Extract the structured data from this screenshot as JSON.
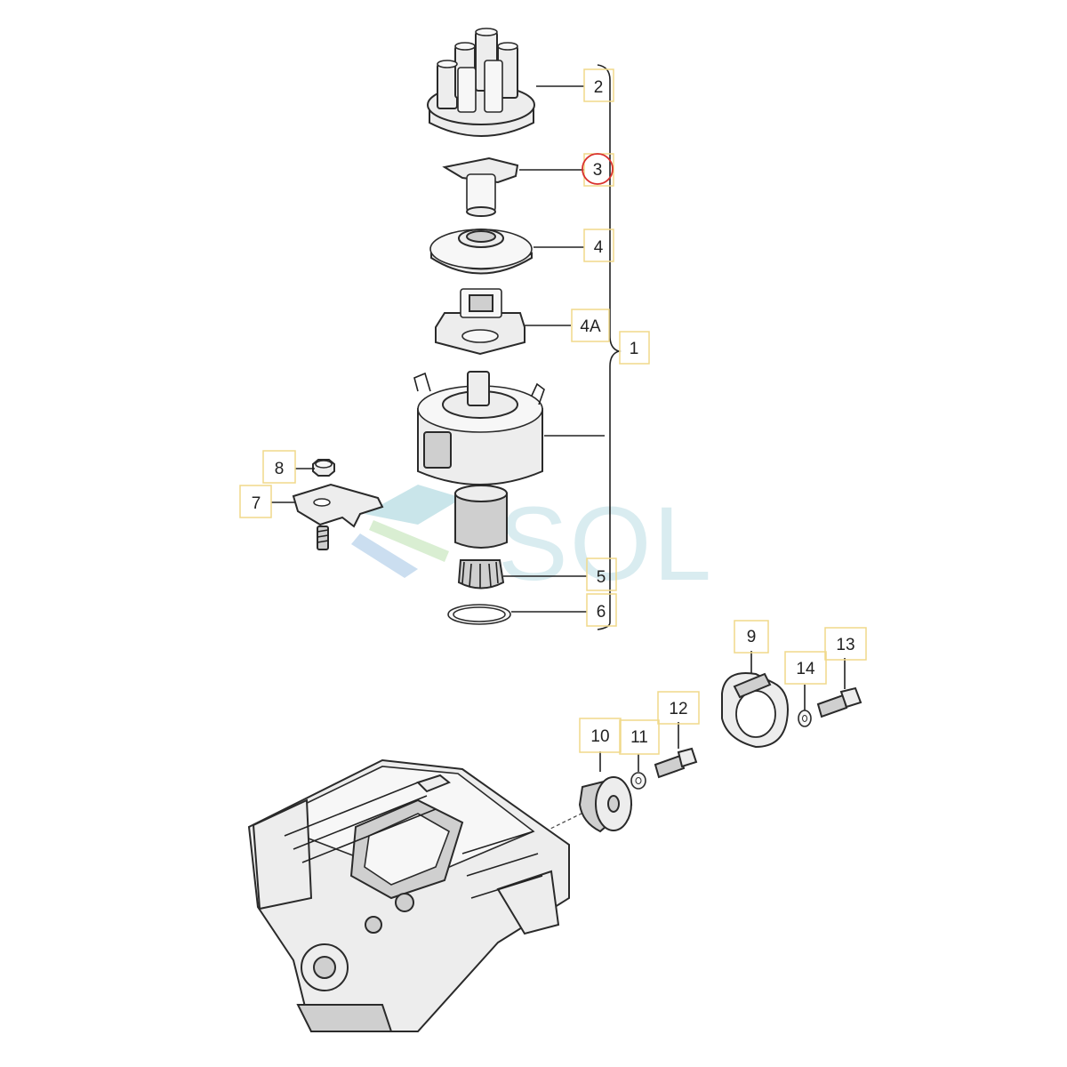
{
  "diagram": {
    "callouts": [
      {
        "id": "2",
        "label": "2"
      },
      {
        "id": "3",
        "label": "3",
        "highlighted": true
      },
      {
        "id": "4",
        "label": "4"
      },
      {
        "id": "4A",
        "label": "4A"
      },
      {
        "id": "1",
        "label": "1"
      },
      {
        "id": "8",
        "label": "8"
      },
      {
        "id": "7",
        "label": "7"
      },
      {
        "id": "5",
        "label": "5"
      },
      {
        "id": "6",
        "label": "6"
      },
      {
        "id": "9",
        "label": "9"
      },
      {
        "id": "13",
        "label": "13"
      },
      {
        "id": "14",
        "label": "14"
      },
      {
        "id": "12",
        "label": "12"
      },
      {
        "id": "10",
        "label": "10"
      },
      {
        "id": "11",
        "label": "11"
      }
    ],
    "watermark": "SOL",
    "colors": {
      "label_box": "#f0d98a",
      "highlight_circle": "#d9302c",
      "watermark": "#b9dde3"
    }
  }
}
